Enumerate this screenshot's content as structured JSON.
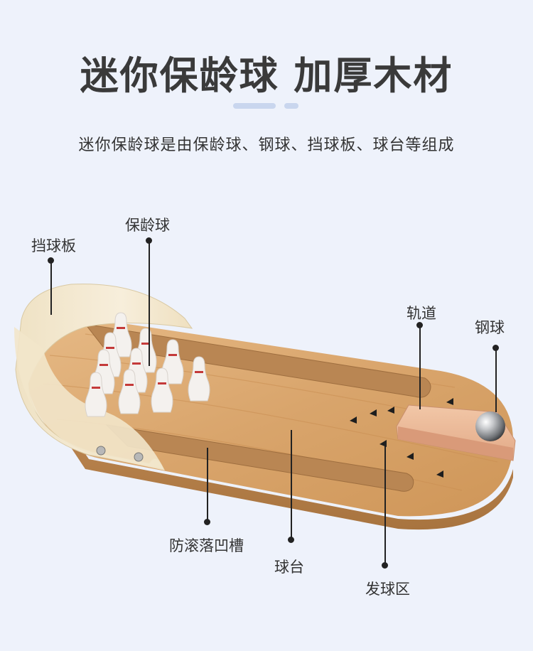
{
  "header": {
    "title": "迷你保龄球 加厚木材",
    "subtitle": "迷你保龄球是由保龄球、钢球、挡球板、球台等组成"
  },
  "callouts": {
    "backboard": "挡球板",
    "pins": "保龄球",
    "track": "轨道",
    "steel_ball": "钢球",
    "anti_roll_groove": "防滚落凹槽",
    "table": "球台",
    "launch_zone": "发球区"
  },
  "colors": {
    "background": "#eef2fb",
    "title": "#3a3a3a",
    "accent_bar": "#c9d6ee",
    "wood": "#d9a56c",
    "backboard": "#f4ead3"
  }
}
